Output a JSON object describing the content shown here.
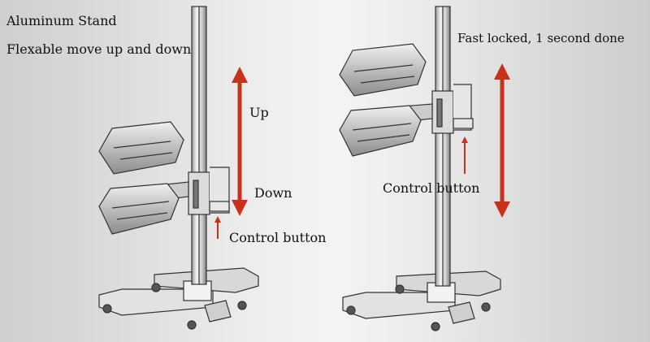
{
  "labels": {
    "aluminum_stand": "Aluminum Stand",
    "flexible_move": "Flexable move up and down",
    "fast_locked": "Fast locked, 1 second done",
    "up": "Up",
    "down": "Down",
    "control_button_left": "Control button",
    "control_button_right": "Control button"
  },
  "colors": {
    "arrow": "#c8321c",
    "line_art": "#333333",
    "background": "#e6e6e6"
  }
}
